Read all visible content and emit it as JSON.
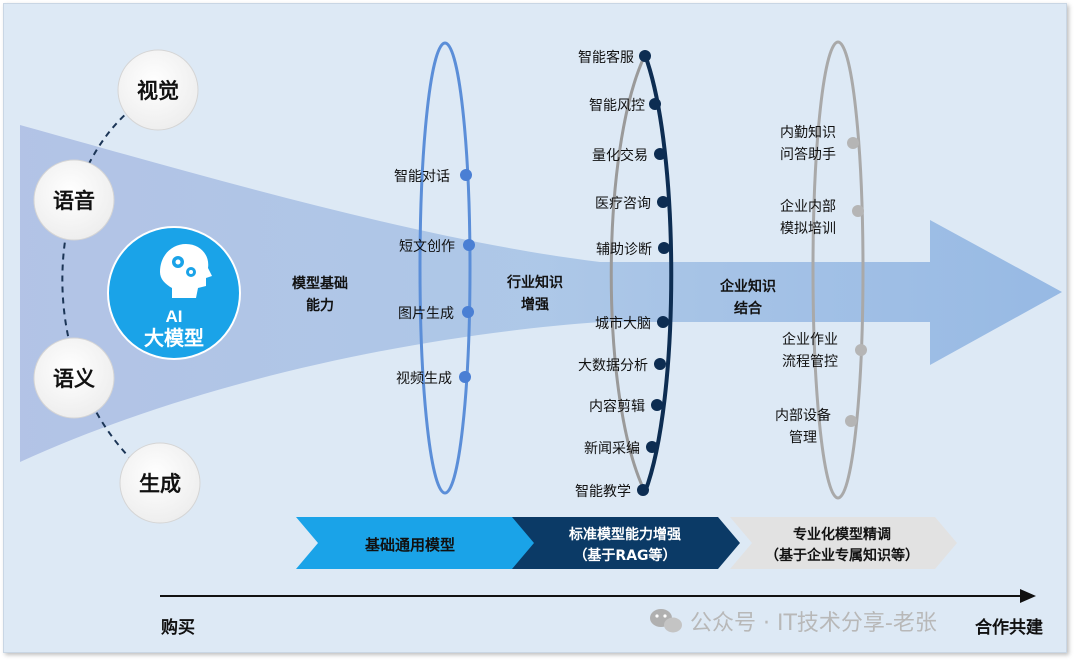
{
  "modalities": [
    "视觉",
    "语音",
    "语义",
    "生成"
  ],
  "core": {
    "ai": "AI",
    "label": "大模型"
  },
  "stages": {
    "s1": {
      "line1": "模型基础",
      "line2": "能力"
    },
    "s2": {
      "line1": "行业知识",
      "line2": "增强"
    },
    "s3": {
      "line1": "企业知识",
      "line2": "结合"
    }
  },
  "ring1_items": [
    "智能对话",
    "短文创作",
    "图片生成",
    "视频生成"
  ],
  "ring2_items": [
    "智能客服",
    "智能风控",
    "量化交易",
    "医疗咨询",
    "辅助诊断",
    "城市大脑",
    "大数据分析",
    "内容剪辑",
    "新闻采编",
    "智能教学"
  ],
  "ring3_items": [
    {
      "l1": "内勤知识",
      "l2": "问答助手"
    },
    {
      "l1": "企业内部",
      "l2": "模拟培训"
    },
    {
      "l1": "企业作业",
      "l2": "流程管控"
    },
    {
      "l1": "内部设备",
      "l2": "管理"
    }
  ],
  "chevrons": {
    "c1": "基础通用模型",
    "c2_l1": "标准模型能力增强",
    "c2_l2": "（基于RAG等）",
    "c3_l1": "专业化模型精调",
    "c3_l2": "（基于企业专属知识等）"
  },
  "axis": {
    "left": "购买",
    "right": "合作共建"
  },
  "watermark": "公众号 · IT技术分享-老张",
  "colors": {
    "light_blue": "#1aa3e8",
    "navy": "#0b3a66",
    "ring1": "#4a7fd4",
    "ring3": "#a0a0a0"
  }
}
